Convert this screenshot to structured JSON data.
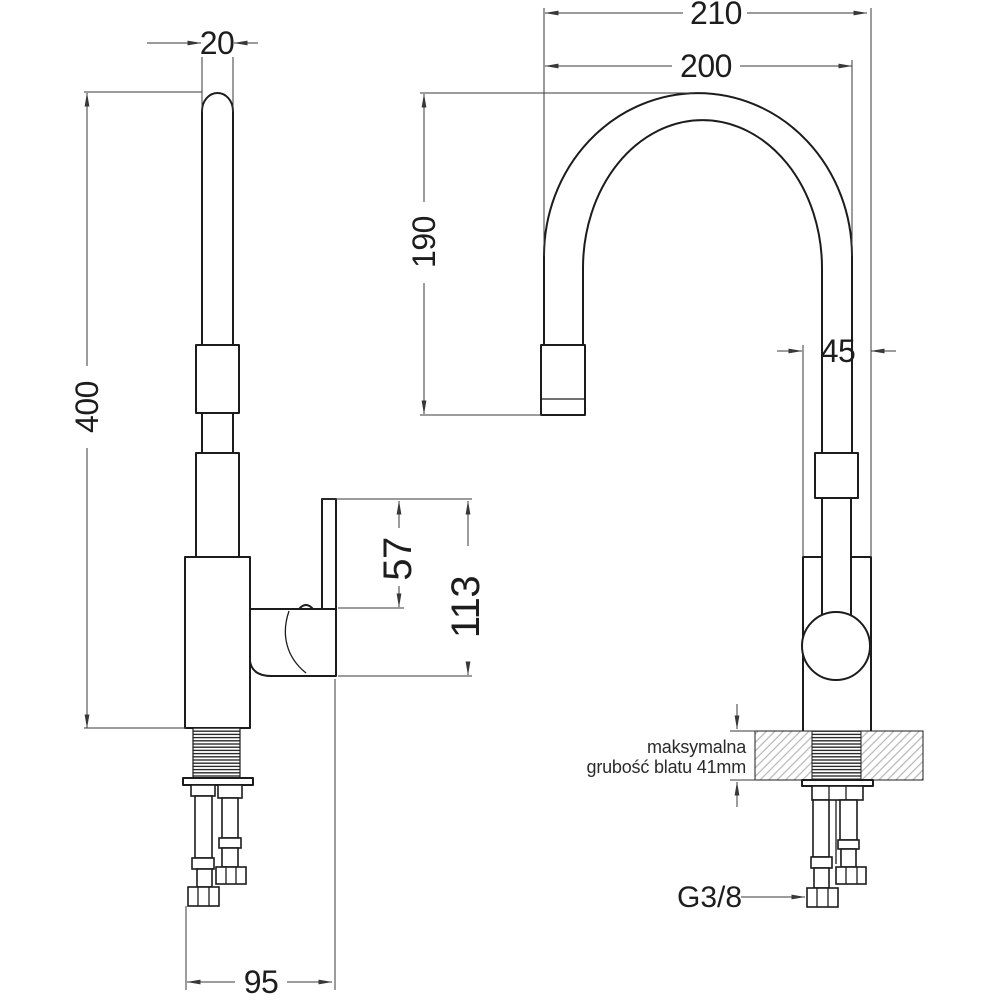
{
  "colors": {
    "background": "#ffffff",
    "outline": "#1c1c1c",
    "dimension_lines": "#383838",
    "hatch": "#b6b6b6"
  },
  "dimensions": {
    "spout_tube_width": "20",
    "total_height": "400",
    "overall_width": "210",
    "spout_reach": "200",
    "spout_height": "190",
    "body_width": "45",
    "handle_offset": "57",
    "handle_span": "113",
    "base_depth": "95"
  },
  "annotations": {
    "countertop_note_line1": "maksymalna",
    "countertop_note_line2": "grubość blatu 41mm",
    "thread_size": "G3/8"
  }
}
